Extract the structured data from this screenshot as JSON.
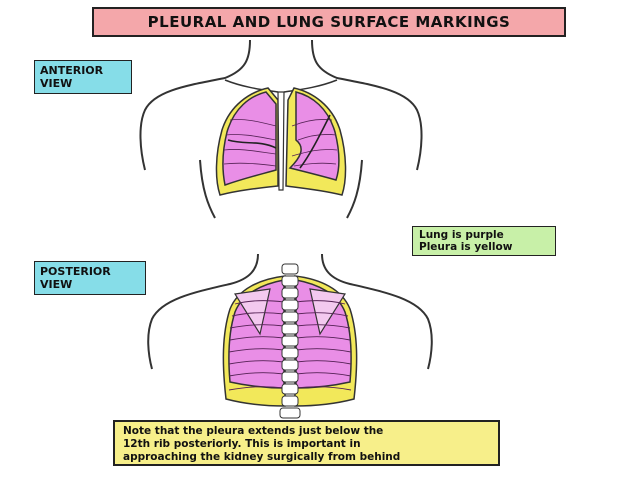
{
  "title": "PLEURAL AND LUNG SURFACE MARKINGS",
  "anterior_label": "ANTERIOR\nVIEW",
  "posterior_label": "POSTERIOR\nVIEW",
  "legend": {
    "lung": "Lung is purple",
    "pleura": "Pleura is yellow"
  },
  "note": {
    "line1": "Note that the pleura extends just below the",
    "line2": "12th rib posteriorly. This is important in",
    "line3": "approaching the kidney surgically from behind"
  },
  "colors": {
    "lung": "#e98ee6",
    "pleura": "#f2e85a",
    "title_bg": "#f4a7aa",
    "view_bg": "#86dde8",
    "legend_bg": "#c8f0a8",
    "note_bg": "#f7ef8a"
  }
}
